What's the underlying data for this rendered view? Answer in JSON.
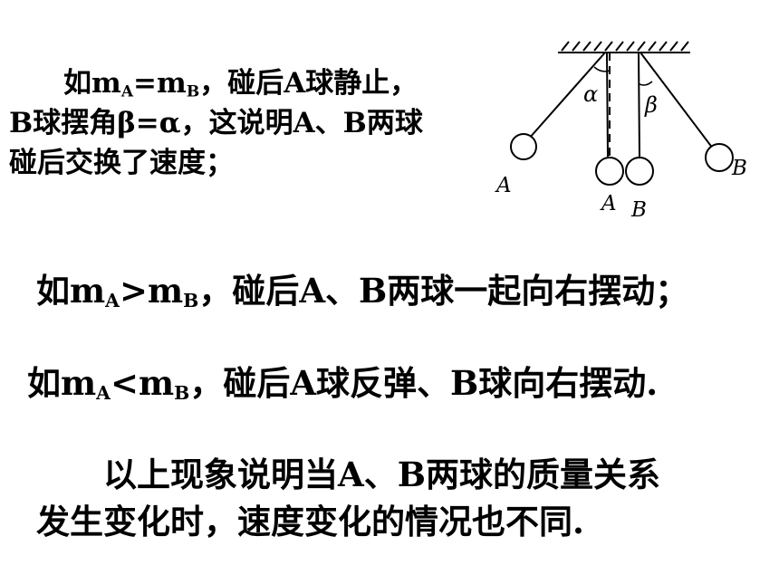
{
  "para1": {
    "prefix": "如",
    "m1": "m",
    "sub_a": "A",
    "eq": "=",
    "m2": "m",
    "sub_b": "B",
    "line1_rest": "，碰后A球静止，",
    "line2": "B球摆角β=α，这说明A、B两球",
    "line3": "碰后交换了速度；"
  },
  "para2": {
    "prefix": "如",
    "m1": "m",
    "sub_a": "A",
    "op": ">",
    "m2": "m",
    "sub_b": "B",
    "rest": "，碰后A、B两球一起向右摆动；"
  },
  "para3": {
    "prefix": "如",
    "m1": "m",
    "sub_a": "A",
    "op": "<",
    "m2": "m",
    "sub_b": "B",
    "rest": "，碰后A球反弹、B球向右摆动."
  },
  "para4": {
    "line1": "以上现象说明当A、B两球的质量关系",
    "line2": "发生变化时，速度变化的情况也不同."
  },
  "diagram": {
    "alpha": "α",
    "beta": "β",
    "label_a_left": "A",
    "label_a_bottom": "A",
    "label_b_bottom": "B",
    "label_b_right": "B"
  }
}
